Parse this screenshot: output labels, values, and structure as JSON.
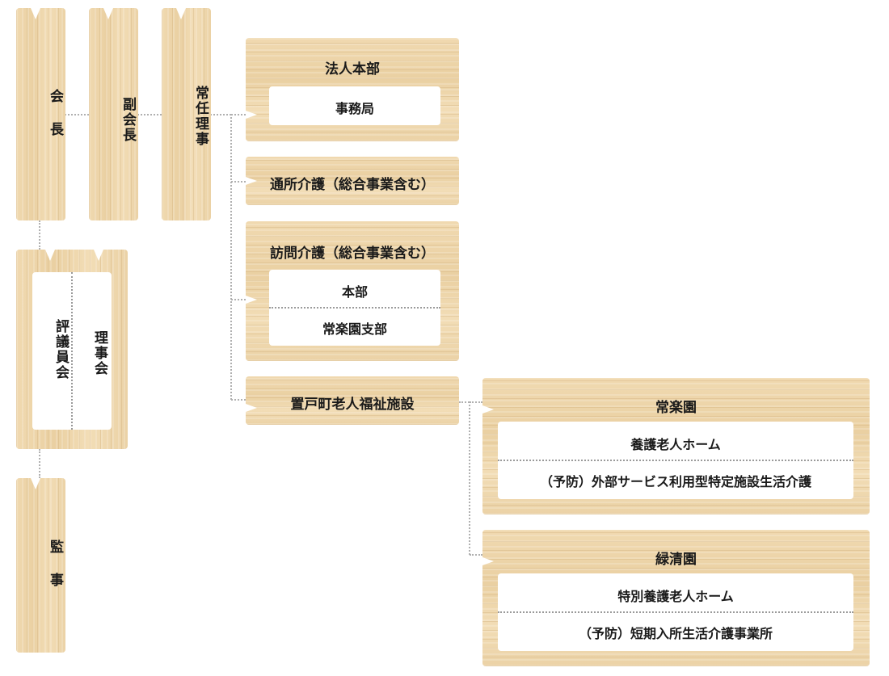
{
  "leaders": {
    "chairman": "会長",
    "vice_chairman": "副会長",
    "executive_director": "常任理事",
    "auditor": "監事"
  },
  "boards": {
    "councilors": "評議員会",
    "directors": "理事会"
  },
  "hq": {
    "title": "法人本部",
    "office": "事務局"
  },
  "day_care": {
    "title": "通所介護（総合事業含む）"
  },
  "home_care": {
    "title": "訪問介護（総合事業含む）",
    "branches": [
      "本部",
      "常楽園支部"
    ]
  },
  "facilities": {
    "title": "置戸町老人福祉施設"
  },
  "jorakuen": {
    "title": "常楽園",
    "services": [
      "養護老人ホーム",
      "（予防）外部サービス利用型特定施設生活介護"
    ]
  },
  "ryokuseien": {
    "title": "緑清園",
    "services": [
      "特別養護老人ホーム",
      "（予防）短期入所生活介護事業所"
    ]
  }
}
